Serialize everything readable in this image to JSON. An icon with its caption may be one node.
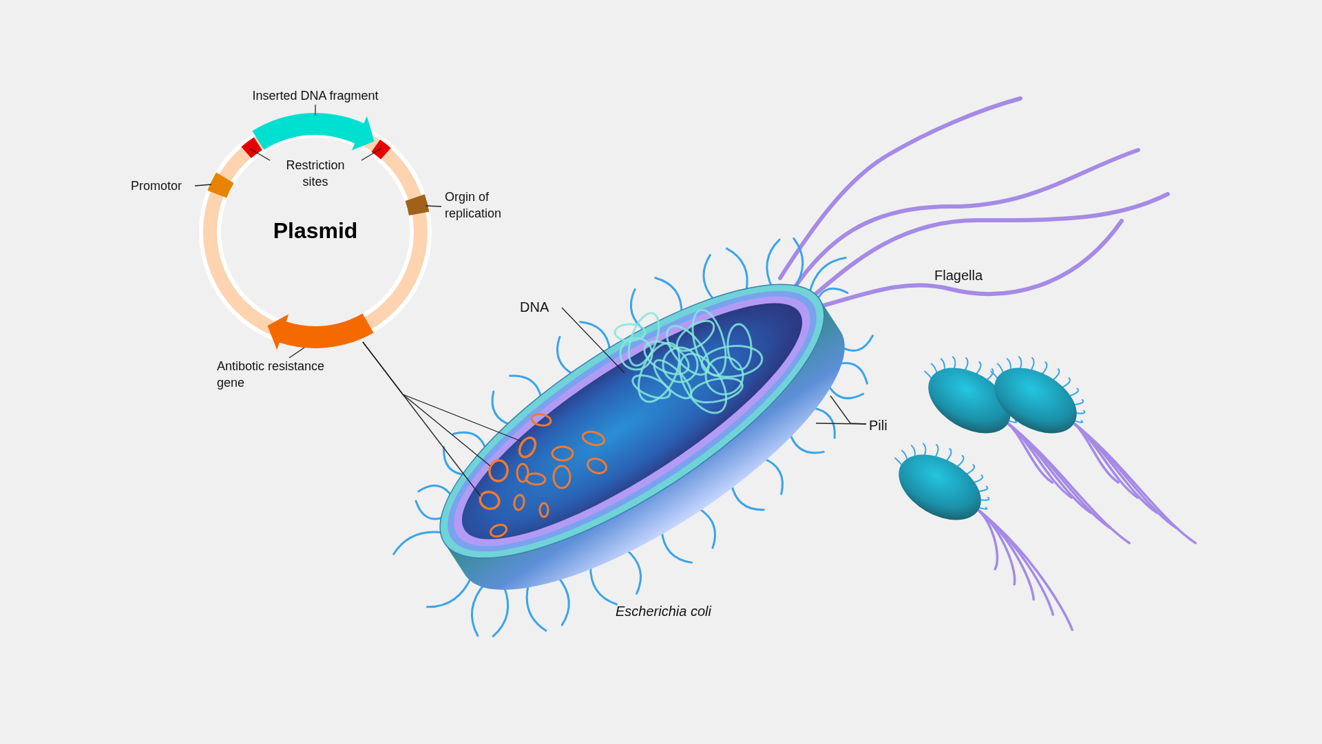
{
  "diagram": {
    "nodes": [
      {
        "text": [
          "Plasmid"
        ]
      },
      {
        "text": [
          "Inserted DNA fragment"
        ]
      },
      {
        "text": [],
        "shape": "arrow"
      },
      {
        "text": [
          "Restriction sites"
        ],
        "in": 0
      },
      {
        "text": [],
        "shape": "bar",
        "in": 0
      },
      {
        "text": [],
        "shape": "bar",
        "in": 0
      },
      {
        "text": [
          "Promotor"
        ]
      },
      {
        "text": [],
        "shape": "box",
        "in": 0
      },
      {
        "text": [
          "Orgin of replication"
        ]
      },
      {
        "text": [],
        "shape": "box",
        "in": 0
      },
      {
        "text": [
          "Antibotic resistance gene"
        ]
      },
      {
        "text": [],
        "shape": "arrow"
      },
      {
        "text": [],
        "shape": "picture",
        "beside": [
          "Escherichia coli"
        ]
      },
      {
        "text": [
          "DNA"
        ]
      },
      {
        "text": [],
        "shape": "picture",
        "in": 12
      },
      {
        "text": [],
        "shape": "circle",
        "in": 12
      },
      {
        "text": [],
        "shape": "circle",
        "in": 12
      },
      {
        "text": [],
        "shape": "circle",
        "in": 12
      },
      {
        "text": [
          "Pili"
        ]
      }
    ],
    "edges": [
      {
        "from": 1,
        "to": 2,
        "arrow": "none"
      },
      {
        "from": 3,
        "to": 4,
        "arrow": "none"
      },
      {
        "from": 3,
        "to": 5,
        "arrow": "none"
      },
      {
        "from": 6,
        "to": 7,
        "arrow": "none"
      },
      {
        "from": 8,
        "to": 9,
        "arrow": "none"
      },
      {
        "from": 10,
        "to": 11,
        "arrow": "none"
      },
      {
        "from": 0,
        "to": 15,
        "arrow": "none"
      },
      {
        "from": 0,
        "to": 16,
        "arrow": "none"
      },
      {
        "from": 0,
        "to": 17,
        "arrow": "none"
      },
      {
        "from": 13,
        "to": 14,
        "arrow": "none"
      },
      {
        "from": 18,
        "to": 12,
        "arrow": "none"
      },
      {
        "from": 18,
        "to": 12,
        "arrow": "none"
      }
    ],
    "labels": [
      "Flagella"
    ]
  }
}
